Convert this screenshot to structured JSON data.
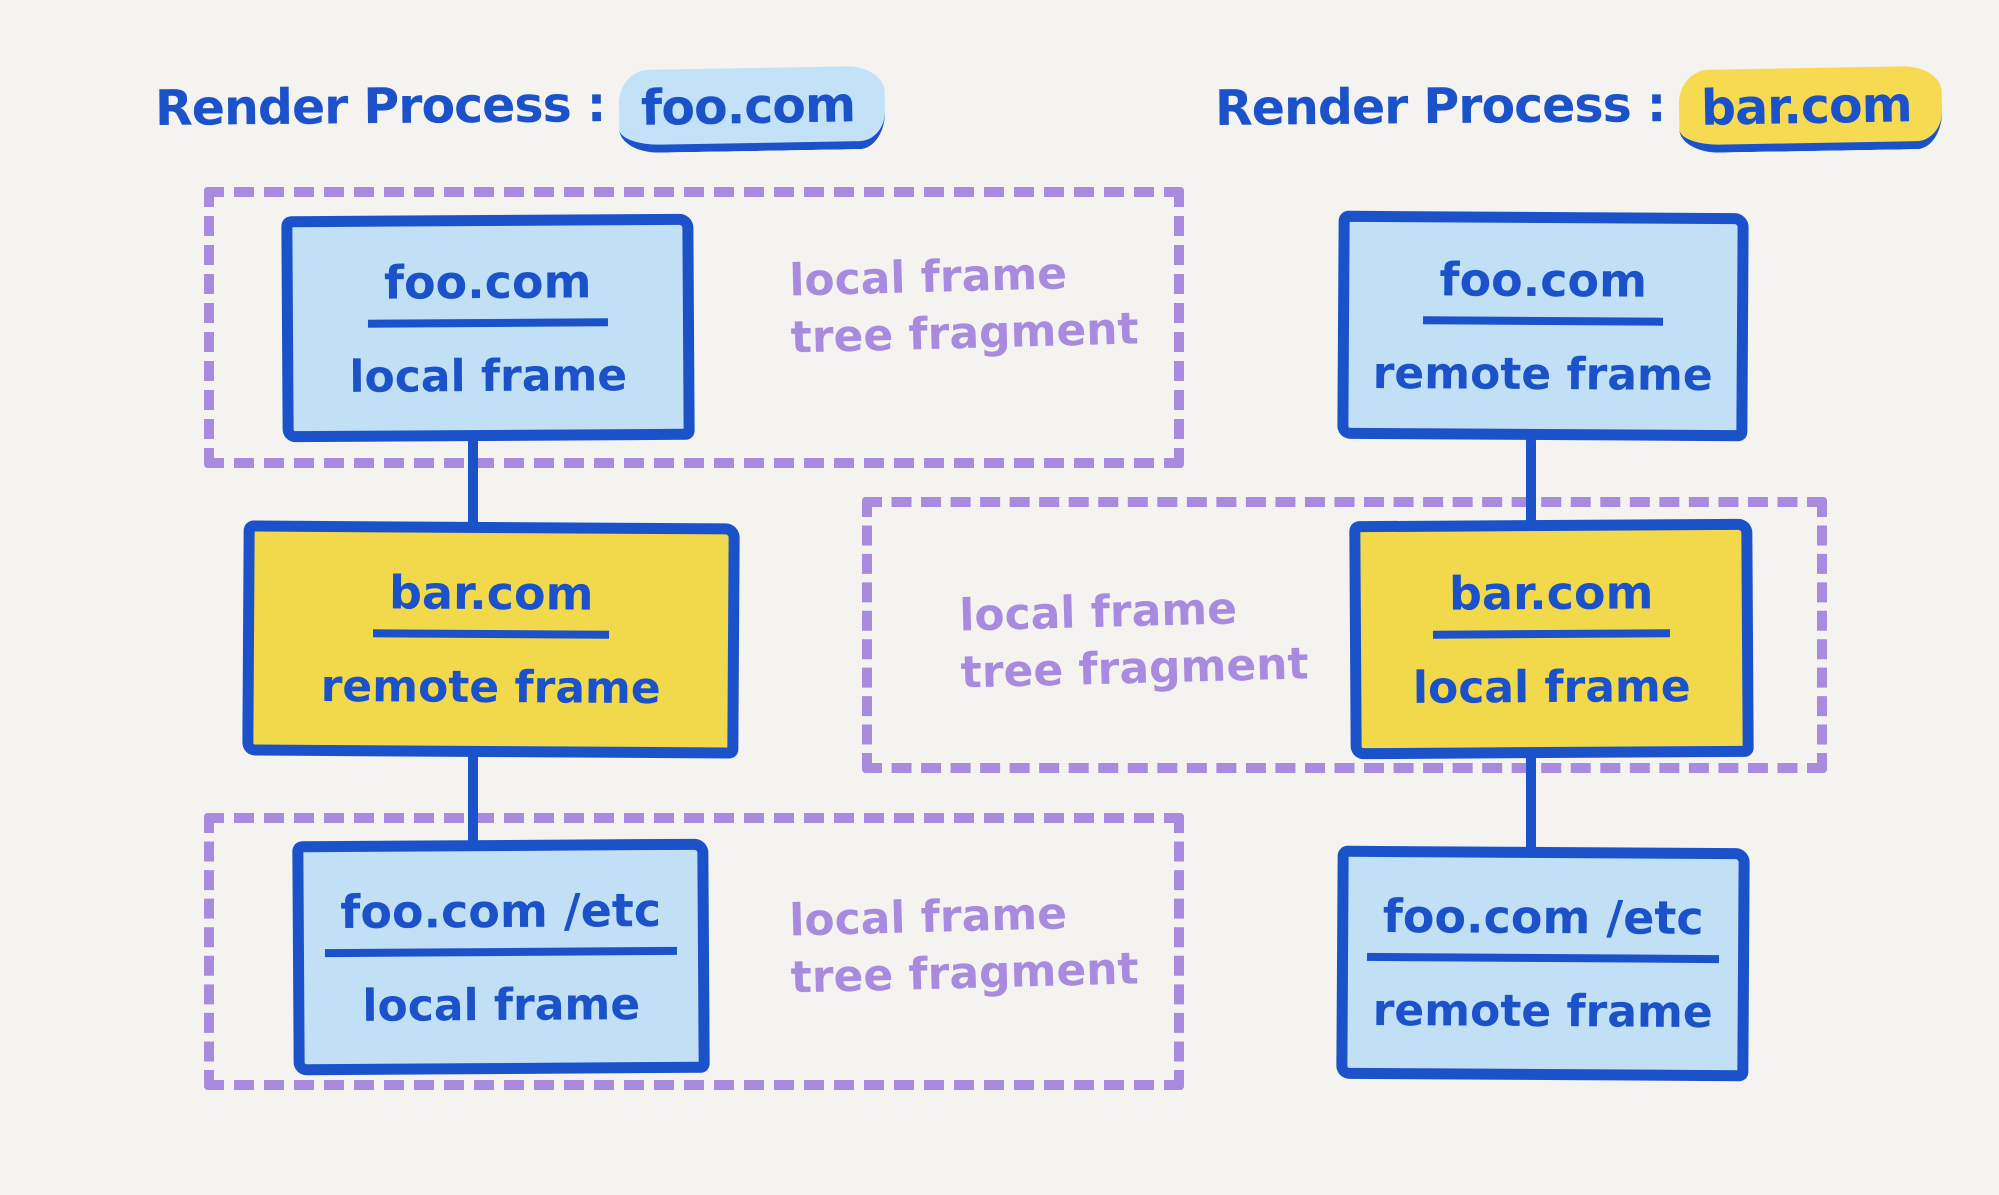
{
  "diagram": {
    "left_process": {
      "title_prefix": "Render Process :",
      "title_domain": "foo.com",
      "frames": [
        {
          "domain": "foo.com",
          "kind": "local frame"
        },
        {
          "domain": "bar.com",
          "kind": "remote frame"
        },
        {
          "domain": "foo.com /etc",
          "kind": "local frame"
        }
      ],
      "fragment_labels": [
        {
          "line1": "local frame",
          "line2": "tree fragment"
        },
        {
          "line1": "local frame",
          "line2": "tree fragment"
        }
      ]
    },
    "right_process": {
      "title_prefix": "Render Process :",
      "title_domain": "bar.com",
      "frames": [
        {
          "domain": "foo.com",
          "kind": "remote frame"
        },
        {
          "domain": "bar.com",
          "kind": "local frame"
        },
        {
          "domain": "foo.com /etc",
          "kind": "remote frame"
        }
      ],
      "fragment_labels": [
        {
          "line1": "local frame",
          "line2": "tree fragment"
        }
      ]
    },
    "colors": {
      "background": "#f4f3f0",
      "ink_blue": "#1b52c9",
      "foo_frame_fill_blue": "#c1e0f5",
      "bar_frame_fill_yellow": "#f2d94b",
      "fragment_purple": "#a88bdf",
      "title_highlight_blue": "#c4e2f7",
      "title_highlight_yellow": "#f6db52"
    }
  }
}
